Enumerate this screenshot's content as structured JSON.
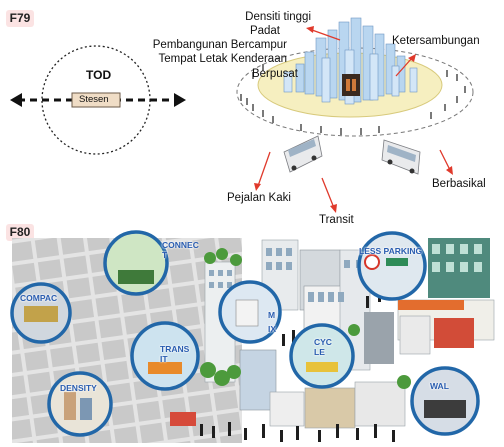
{
  "figures": {
    "f79": {
      "tag": "F79",
      "tod_label": "TOD",
      "station_label": "Stesen",
      "features_left": [
        "Densiti tinggi",
        "Padat",
        "Pembangunan Bercampur",
        "Tempat Letak Kenderaan",
        "Berpusat"
      ],
      "connectivity_label": "Ketersambungan",
      "cycling_label": "Berbasikal",
      "walking_label": "Pejalan Kaki",
      "transit_label": "Transit"
    },
    "f80": {
      "tag": "F80",
      "circles": {
        "connect": "CONNEC T",
        "compact": "COMPAC",
        "mix": "M IX",
        "transit": "TRANS IT",
        "density": "DENSITY",
        "parking": "LESS PARKING",
        "cycle": "CYC LE",
        "walk": "WAL"
      }
    }
  },
  "colors": {
    "tag_bg": "#fbe3e3",
    "arrow_red": "#e03a2c",
    "circle_border": "#2267a8",
    "plaza_yellow": "#f6efc0",
    "tower_blue": "#b9d6f0"
  }
}
